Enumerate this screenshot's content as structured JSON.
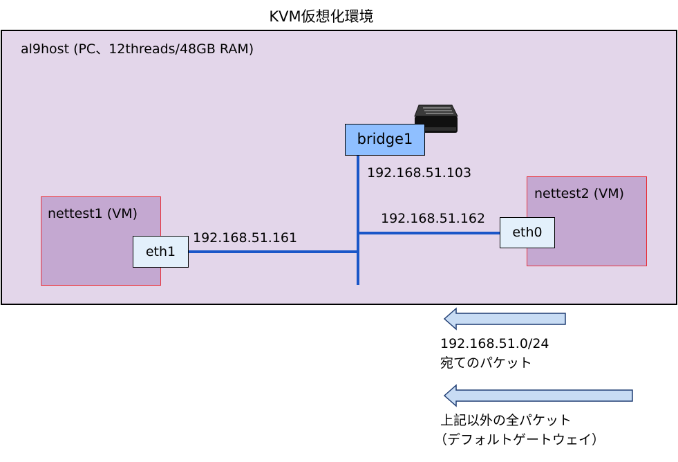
{
  "diagram": {
    "title": "KVM仮想化環境",
    "host": {
      "label": "al9host (PC、12threads/48GB RAM)"
    },
    "bridge": {
      "label": "bridge1",
      "ip": "192.168.51.103",
      "icon": "network-switch-icon"
    },
    "vm1": {
      "label": "nettest1 (VM)",
      "nic": "eth1",
      "ip": "192.168.51.161"
    },
    "vm2": {
      "label": "nettest2 (VM)",
      "nic": "eth0",
      "ip": "192.168.51.162"
    },
    "route_local": {
      "line1": "192.168.51.0/24",
      "line2": "宛てのパケット"
    },
    "route_default": {
      "line1": "上記以外の全パケット",
      "line2": "（デフォルトゲートウェイ）"
    }
  },
  "colors": {
    "host_fill": "#e3d6ea",
    "vm_fill": "#c4a8d1",
    "vm_border": "#e8323b",
    "bridge_fill": "#8fbfff",
    "nic_fill": "#e3f0fb",
    "link": "#1a56c8",
    "arrow_fill": "#c8dcf4",
    "arrow_stroke": "#1f3d73"
  }
}
